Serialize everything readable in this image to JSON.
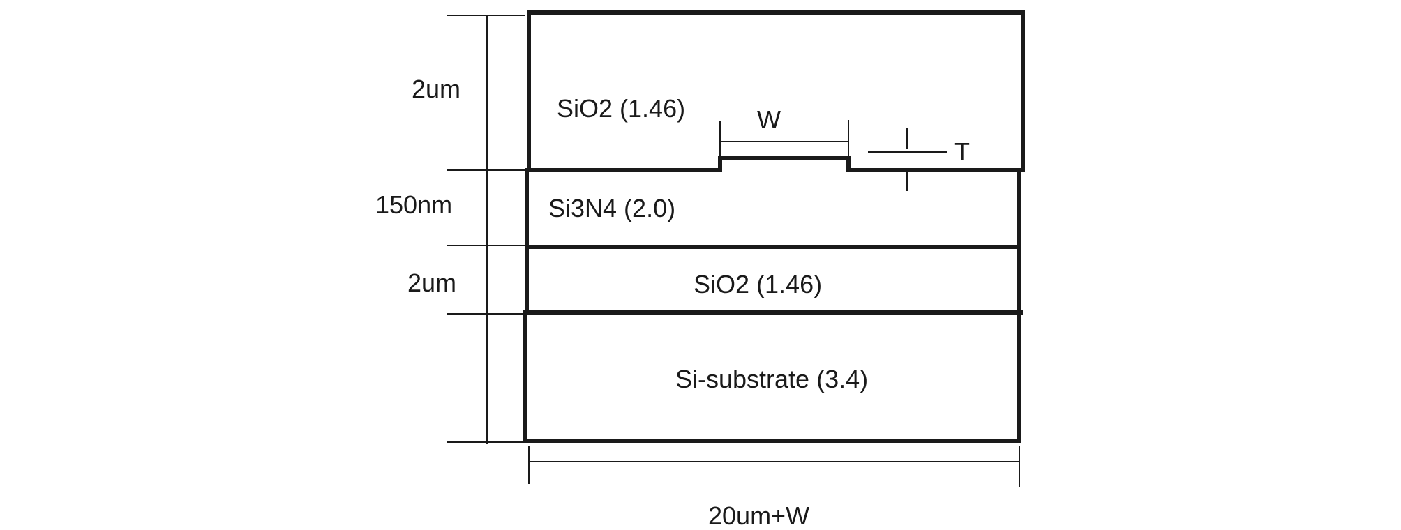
{
  "layers": {
    "top_cladding": "SiO2 (1.46)",
    "core": "Si3N4 (2.0)",
    "bottom_cladding": "SiO2 (1.46)",
    "substrate": "Si-substrate (3.4)"
  },
  "dimensions": {
    "top_cladding_thickness": "2um",
    "core_thickness": "150nm",
    "bottom_cladding_thickness": "2um",
    "total_width": "20um+W",
    "rib_width": "W",
    "rib_height": "T"
  }
}
